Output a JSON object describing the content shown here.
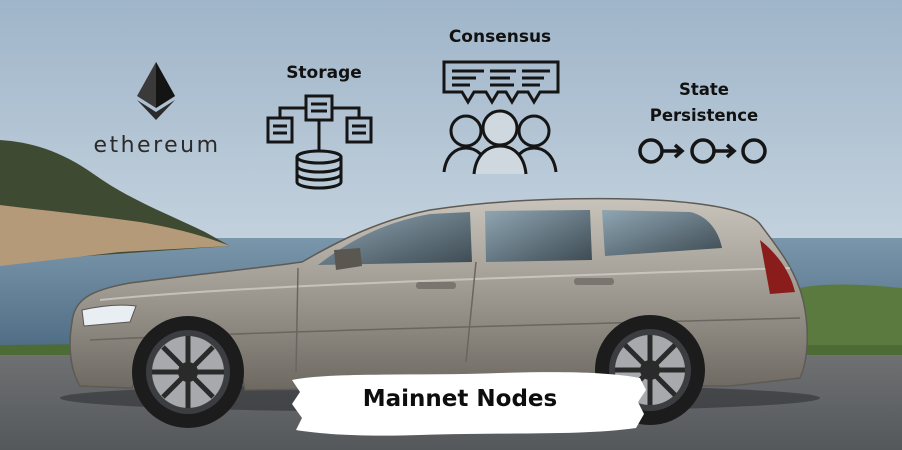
{
  "labels": {
    "ethereum": "ethereum",
    "storage": "Storage",
    "consensus": "Consensus",
    "state_line1": "State",
    "state_line2": "Persistence",
    "banner": "Mainnet Nodes"
  },
  "icons": {
    "ethereum": "ethereum-logo-icon",
    "storage": "database-network-icon",
    "consensus": "group-chat-icon",
    "state": "chain-arrows-icon"
  },
  "colors": {
    "sky": "#a9c1d6",
    "sea": "#5f7d95",
    "car": "#9a958c",
    "icon_ink": "#151515",
    "banner_bg": "#ffffff"
  }
}
